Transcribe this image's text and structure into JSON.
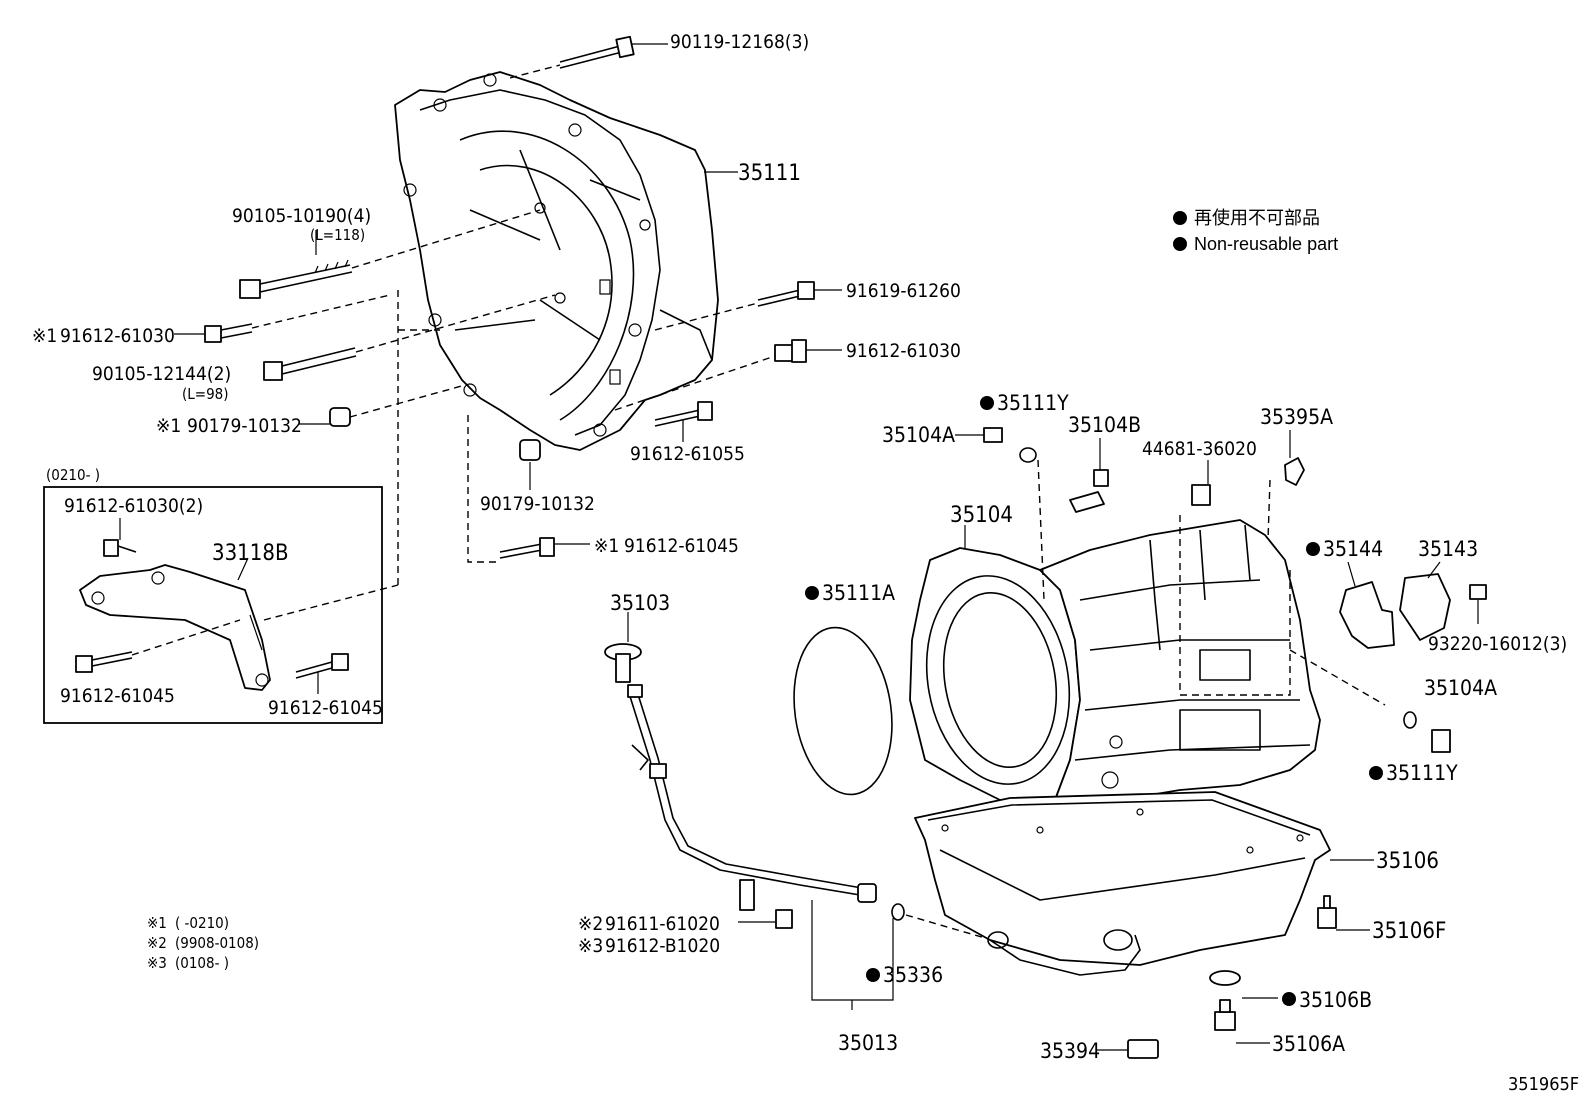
{
  "legend": {
    "line1": "再使用不可部品",
    "line2": "Non-reusable part"
  },
  "notes": {
    "n1_mark": "※1",
    "n1_text": "(      -0210)",
    "n2_mark": "※2",
    "n2_text": "(9908-0108)",
    "n3_mark": "※3",
    "n3_text": "(0108-      )"
  },
  "inset": {
    "range": "(0210-        )"
  },
  "diagram_id": "351965F",
  "labels": {
    "p90119": "90119-12168(3)",
    "p35111": "35111",
    "p90105a": "90105-10190(4)",
    "p90105a_len": "(L=118)",
    "p91619": "91619-61260",
    "p91612_61030_a_mark": "※1",
    "p91612_61030_a": "91612-61030",
    "p91612_61030_b": "91612-61030",
    "p90105b": "90105-12144(2)",
    "p90105b_len": "(L=98)",
    "p90179_a_mark": "※1",
    "p90179_a": "90179-10132",
    "p91612_61055": "91612-61055",
    "p90179_b": "90179-10132",
    "p91612_61045_c_mark": "※1",
    "p91612_61045_c": "91612-61045",
    "p91612_61030_2": "91612-61030(2)",
    "p33118B": "33118B",
    "p91612_61045_a": "91612-61045",
    "p91612_61045_b": "91612-61045",
    "p35111Y_top": "35111Y",
    "p35104A_top": "35104A",
    "p35104B": "35104B",
    "p44681": "44681-36020",
    "p35395A": "35395A",
    "p35104": "35104",
    "p35144": "35144",
    "p35143": "35143",
    "p93220": "93220-16012(3)",
    "p35111A": "35111A",
    "p35103": "35103",
    "p35104A_right": "35104A",
    "p35111Y_right": "35111Y",
    "p35106": "35106",
    "p35106F": "35106F",
    "p91611_mark": "※2",
    "p91611": "91611-61020",
    "p91612B_mark": "※3",
    "p91612B": "91612-B1020",
    "p35336": "35336",
    "p35106B": "35106B",
    "p35106A": "35106A",
    "p35013": "35013",
    "p35394": "35394"
  }
}
